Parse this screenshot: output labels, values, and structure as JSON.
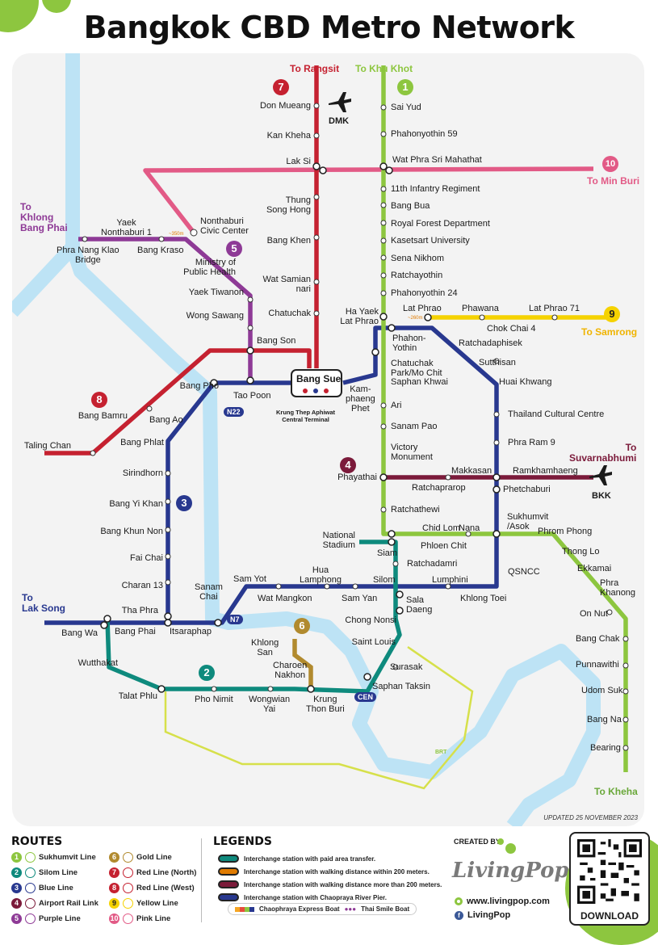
{
  "title": "Bangkok CBD Metro Network",
  "updated": "UPDATED 25 NOVEMBER 2023",
  "colors": {
    "sukhumvit": "#8dc63f",
    "silom": "#0e8a7d",
    "blue": "#28388f",
    "airport": "#7b1a3a",
    "purple": "#8e3a96",
    "gold": "#b18a2e",
    "red_north": "#c52130",
    "red_west": "#c52130",
    "yellow": "#f5d200",
    "pink": "#e25a86",
    "river": "#bde3f5",
    "brt": "#d6e04a"
  },
  "destinations": {
    "rangsit": "To Rangsit",
    "khu_khot": "To Khu Khot",
    "min_buri": "To Min Buri",
    "khlong_bang_phai": "To\nKhlong\nBang Phai",
    "samrong": "To Samrong",
    "suvarnabhumi": "To\nSuvarnabhumi",
    "lak_song": "To\nLak Song",
    "kheha": "To Kheha"
  },
  "airports": {
    "dmk": "DMK",
    "bkk": "BKK"
  },
  "line_numbers": {
    "red_north": "7",
    "sukhumvit": "1",
    "pink": "10",
    "purple": "5",
    "yellow": "9",
    "red_west": "8",
    "blue": "3",
    "airport": "4",
    "gold": "6",
    "silom": "2"
  },
  "stations": {
    "don_mueang": "Don Mueang",
    "kan_kheha": "Kan Kheha",
    "lak_si": "Lak Si",
    "thung_song_hong": "Thung\nSong Hong",
    "bang_khen": "Bang Khen",
    "wat_samian_nari": "Wat Samian\nnari",
    "chatuchak": "Chatuchak",
    "bang_sue": "Bang Sue",
    "krung_thep_aphiwat": "Krung Thep Aphiwat\nCentral Terminal",
    "sai_yud": "Sai Yud",
    "phahonyothin_59": "Phahonyothin 59",
    "wat_phra_sri_mahathat": "Wat Phra Sri Mahathat",
    "eleventh_infantry": "11th Infantry Regiment",
    "bang_bua": "Bang Bua",
    "royal_forest": "Royal Forest Department",
    "kasetsart": "Kasetsart University",
    "sena_nikhom": "Sena Nikhom",
    "ratchayothin": "Ratchayothin",
    "phahonyothin_24": "Phahonyothin 24",
    "ha_yaek_lat_phrao": "Ha Yaek\nLat Phrao",
    "lat_phrao": "Lat Phrao",
    "phawana": "Phawana",
    "lat_phrao_71": "Lat Phrao 71",
    "chok_chai_4": "Chok Chai 4",
    "phahon_yothin": "Phahon-\nYothin",
    "ratchadaphisek": "Ratchadaphisek",
    "sutthisan": "Sutthisan",
    "huai_khwang": "Huai Khwang",
    "chatuchak_park": "Chatuchak\nPark/Mo Chit",
    "saphan_khwai": "Saphan Khwai",
    "kamphaeng_phet": "Kam-\nphaeng\nPhet",
    "ari": "Ari",
    "sanam_pao": "Sanam Pao",
    "victory_monument": "Victory\nMonument",
    "thailand_cultural_centre": "Thailand Cultural Centre",
    "phra_ram_9": "Phra Ram 9",
    "makkasan": "Makkasan",
    "ramkhamhaeng": "Ramkhamhaeng",
    "phayathai": "Phayathai",
    "ratchaprarop": "Ratchaprarop",
    "phetchaburi": "Phetchaburi",
    "ratchathewi": "Ratchathewi",
    "sukhumvit_asok": "Sukhumvit\n/Asok",
    "phrom_phong": "Phrom Phong",
    "thong_lo": "Thong Lo",
    "ekkamai": "Ekkamai",
    "phra_khanong": "Phra\nKhanong",
    "on_nut": "On Nut",
    "bang_chak": "Bang Chak",
    "punnawithi": "Punnawithi",
    "udom_suk": "Udom Suk",
    "bang_na": "Bang Na",
    "bearing": "Bearing",
    "national_stadium": "National\nStadium",
    "siam": "Siam",
    "chid_lom": "Chid Lom",
    "nana": "Nana",
    "phloen_chit": "Phloen Chit",
    "ratchadamri": "Ratchadamri",
    "lumphini": "Lumphini",
    "qsncc": "QSNCC",
    "khlong_toei": "Khlong Toei",
    "silom": "Silom",
    "sala_daeng": "Sala\nDaeng",
    "chong_nonsi": "Chong Nonsi",
    "saint_louis": "Saint Louis",
    "surasak": "Surasak",
    "saphan_taksin": "Saphan Taksin",
    "krung_thon_buri": "Krung\nThon Buri",
    "wongwian_yai": "Wongwian\nYai",
    "pho_nimit": "Pho Nimit",
    "talat_phlu": "Talat Phlu",
    "wutthakat": "Wutthakat",
    "bang_wa": "Bang Wa",
    "bang_phai": "Bang Phai",
    "tha_phra": "Tha Phra",
    "itsaraphap": "Itsaraphap",
    "sanam_chai": "Sanam\nChai",
    "sam_yot": "Sam Yot",
    "wat_mangkon": "Wat Mangkon",
    "hua_lamphong": "Hua\nLamphong",
    "sam_yan": "Sam Yan",
    "charan_13": "Charan 13",
    "fai_chai": "Fai Chai",
    "bang_khun_non": "Bang Khun Non",
    "bang_yi_khan": "Bang Yi Khan",
    "sirindhorn": "Sirindhorn",
    "bang_phlat": "Bang Phlat",
    "bang_ao": "Bang Ao",
    "bang_pho": "Bang Pho",
    "tao_poon": "Tao Poon",
    "bang_son": "Bang Son",
    "wong_sawang": "Wong Sawang",
    "yaek_tiwanon": "Yaek Tiwanon",
    "ministry_public_health": "Ministry of\nPublic Health",
    "bang_kraso": "Bang Kraso",
    "nonthaburi_civic_center": "Nonthaburi\nCivic Center",
    "yaek_nonthaburi_1": "Yaek\nNonthaburi 1",
    "phra_nang_klao_bridge": "Phra Nang Klao\nBridge",
    "bang_bamru": "Bang Bamru",
    "taling_chan": "Taling Chan",
    "khlong_san": "Khlong\nSan",
    "charoen_nakhon": "Charoen\nNakhon"
  },
  "pier_codes": {
    "n22": "N22",
    "n7": "N7",
    "cen": "CEN"
  },
  "walk_tags": {
    "lat_phrao": "~260m",
    "nonthaburi": "~350m"
  },
  "brt_label": "BRT",
  "routes_title": "ROUTES",
  "routes": [
    {
      "num": "1",
      "label": "Sukhumvit Line",
      "color": "#8dc63f"
    },
    {
      "num": "2",
      "label": "Silom Line",
      "color": "#0e8a7d"
    },
    {
      "num": "3",
      "label": "Blue Line",
      "color": "#28388f"
    },
    {
      "num": "4",
      "label": "Airport Rail Link",
      "color": "#7b1a3a"
    },
    {
      "num": "5",
      "label": "Purple Line",
      "color": "#8e3a96"
    },
    {
      "num": "6",
      "label": "Gold Line",
      "color": "#b18a2e"
    },
    {
      "num": "7",
      "label": "Red Line (North)",
      "color": "#c52130"
    },
    {
      "num": "8",
      "label": "Red Line (West)",
      "color": "#c52130"
    },
    {
      "num": "9",
      "label": "Yellow Line",
      "color": "#f5d200"
    },
    {
      "num": "10",
      "label": "Pink Line",
      "color": "#e25a86"
    }
  ],
  "legends_title": "LEGENDS",
  "legends": [
    "Interchange station with paid area transfer.",
    "Interchange station with walking distance within 200 meters.",
    "Interchange station with walking distance more than 200 meters.",
    "Interchange station with Chaopraya River Pier."
  ],
  "boats": {
    "express": "Chaophraya Express Boat",
    "smile": "Thai Smile Boat"
  },
  "created_by": "CREATED BY",
  "brand": "LivingPop",
  "website": "www.livingpop.com",
  "facebook": "LivingPop",
  "download": "DOWNLOAD"
}
